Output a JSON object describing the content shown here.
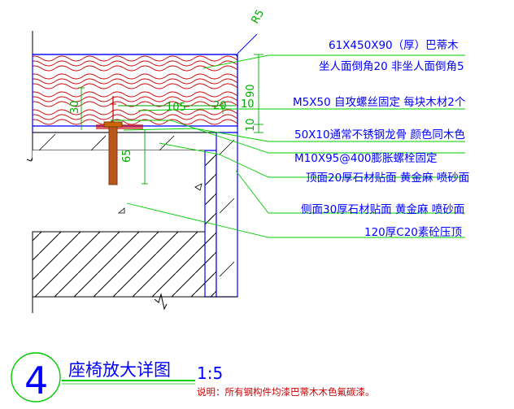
{
  "dimensions": {
    "radius": "R5",
    "dim_90": "90",
    "dim_10a": "10",
    "dim_10b": "10",
    "dim_30": "30",
    "dim_105": "105",
    "dim_65": "65",
    "dim_20": "20"
  },
  "callouts": [
    "61X450X90（厚）巴蒂木",
    "坐人面倒角20  非坐人面倒角5",
    "M5X50  自攻螺丝固定  每块木材2个",
    "50X10通常不锈钢龙骨  颜色同木色",
    "M10X95@400膨胀螺栓固定",
    "顶面20厚石材贴面  黄金麻  喷砂面",
    "侧面30厚石材贴面  黄金麻  喷砂面",
    "120厚C20素砼压顶"
  ],
  "title": {
    "number": "4",
    "name": "座椅放大详图",
    "scale": "1:5",
    "note": "说明：所有钢构件均漆巴蒂木木色氟碳漆。"
  },
  "colors": {
    "wood_hatch": "#cc0000",
    "structure": "#0000ff",
    "leaders": "#00cc00",
    "text": "#0000ff",
    "hatch": "#000000",
    "dimension": "#00aa00",
    "bolt": "#b8561c",
    "title": "#0000ff",
    "circle": "#00cc00"
  }
}
